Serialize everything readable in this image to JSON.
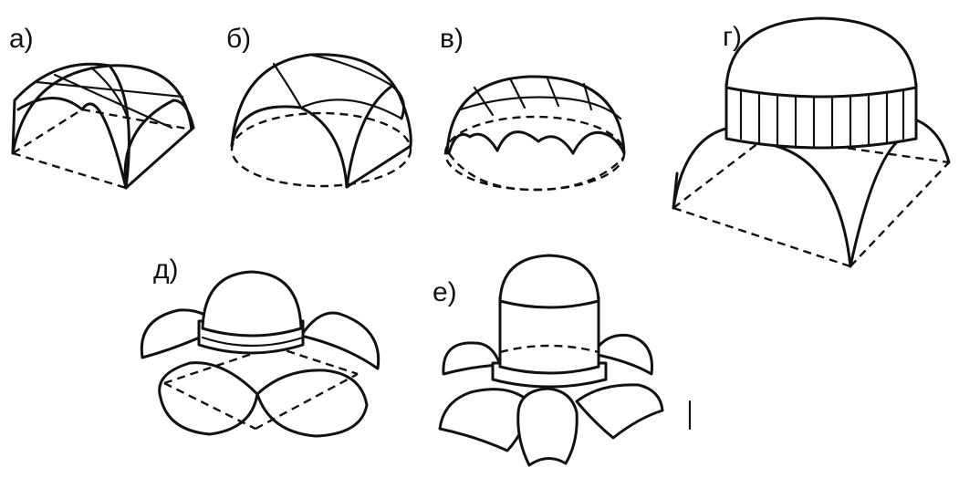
{
  "figure": {
    "labels": {
      "a": "а)",
      "b": "б)",
      "v": "в)",
      "g": "г)",
      "d": "д)",
      "e": "е)"
    },
    "stroke_color": "#111111",
    "background": "#ffffff"
  }
}
